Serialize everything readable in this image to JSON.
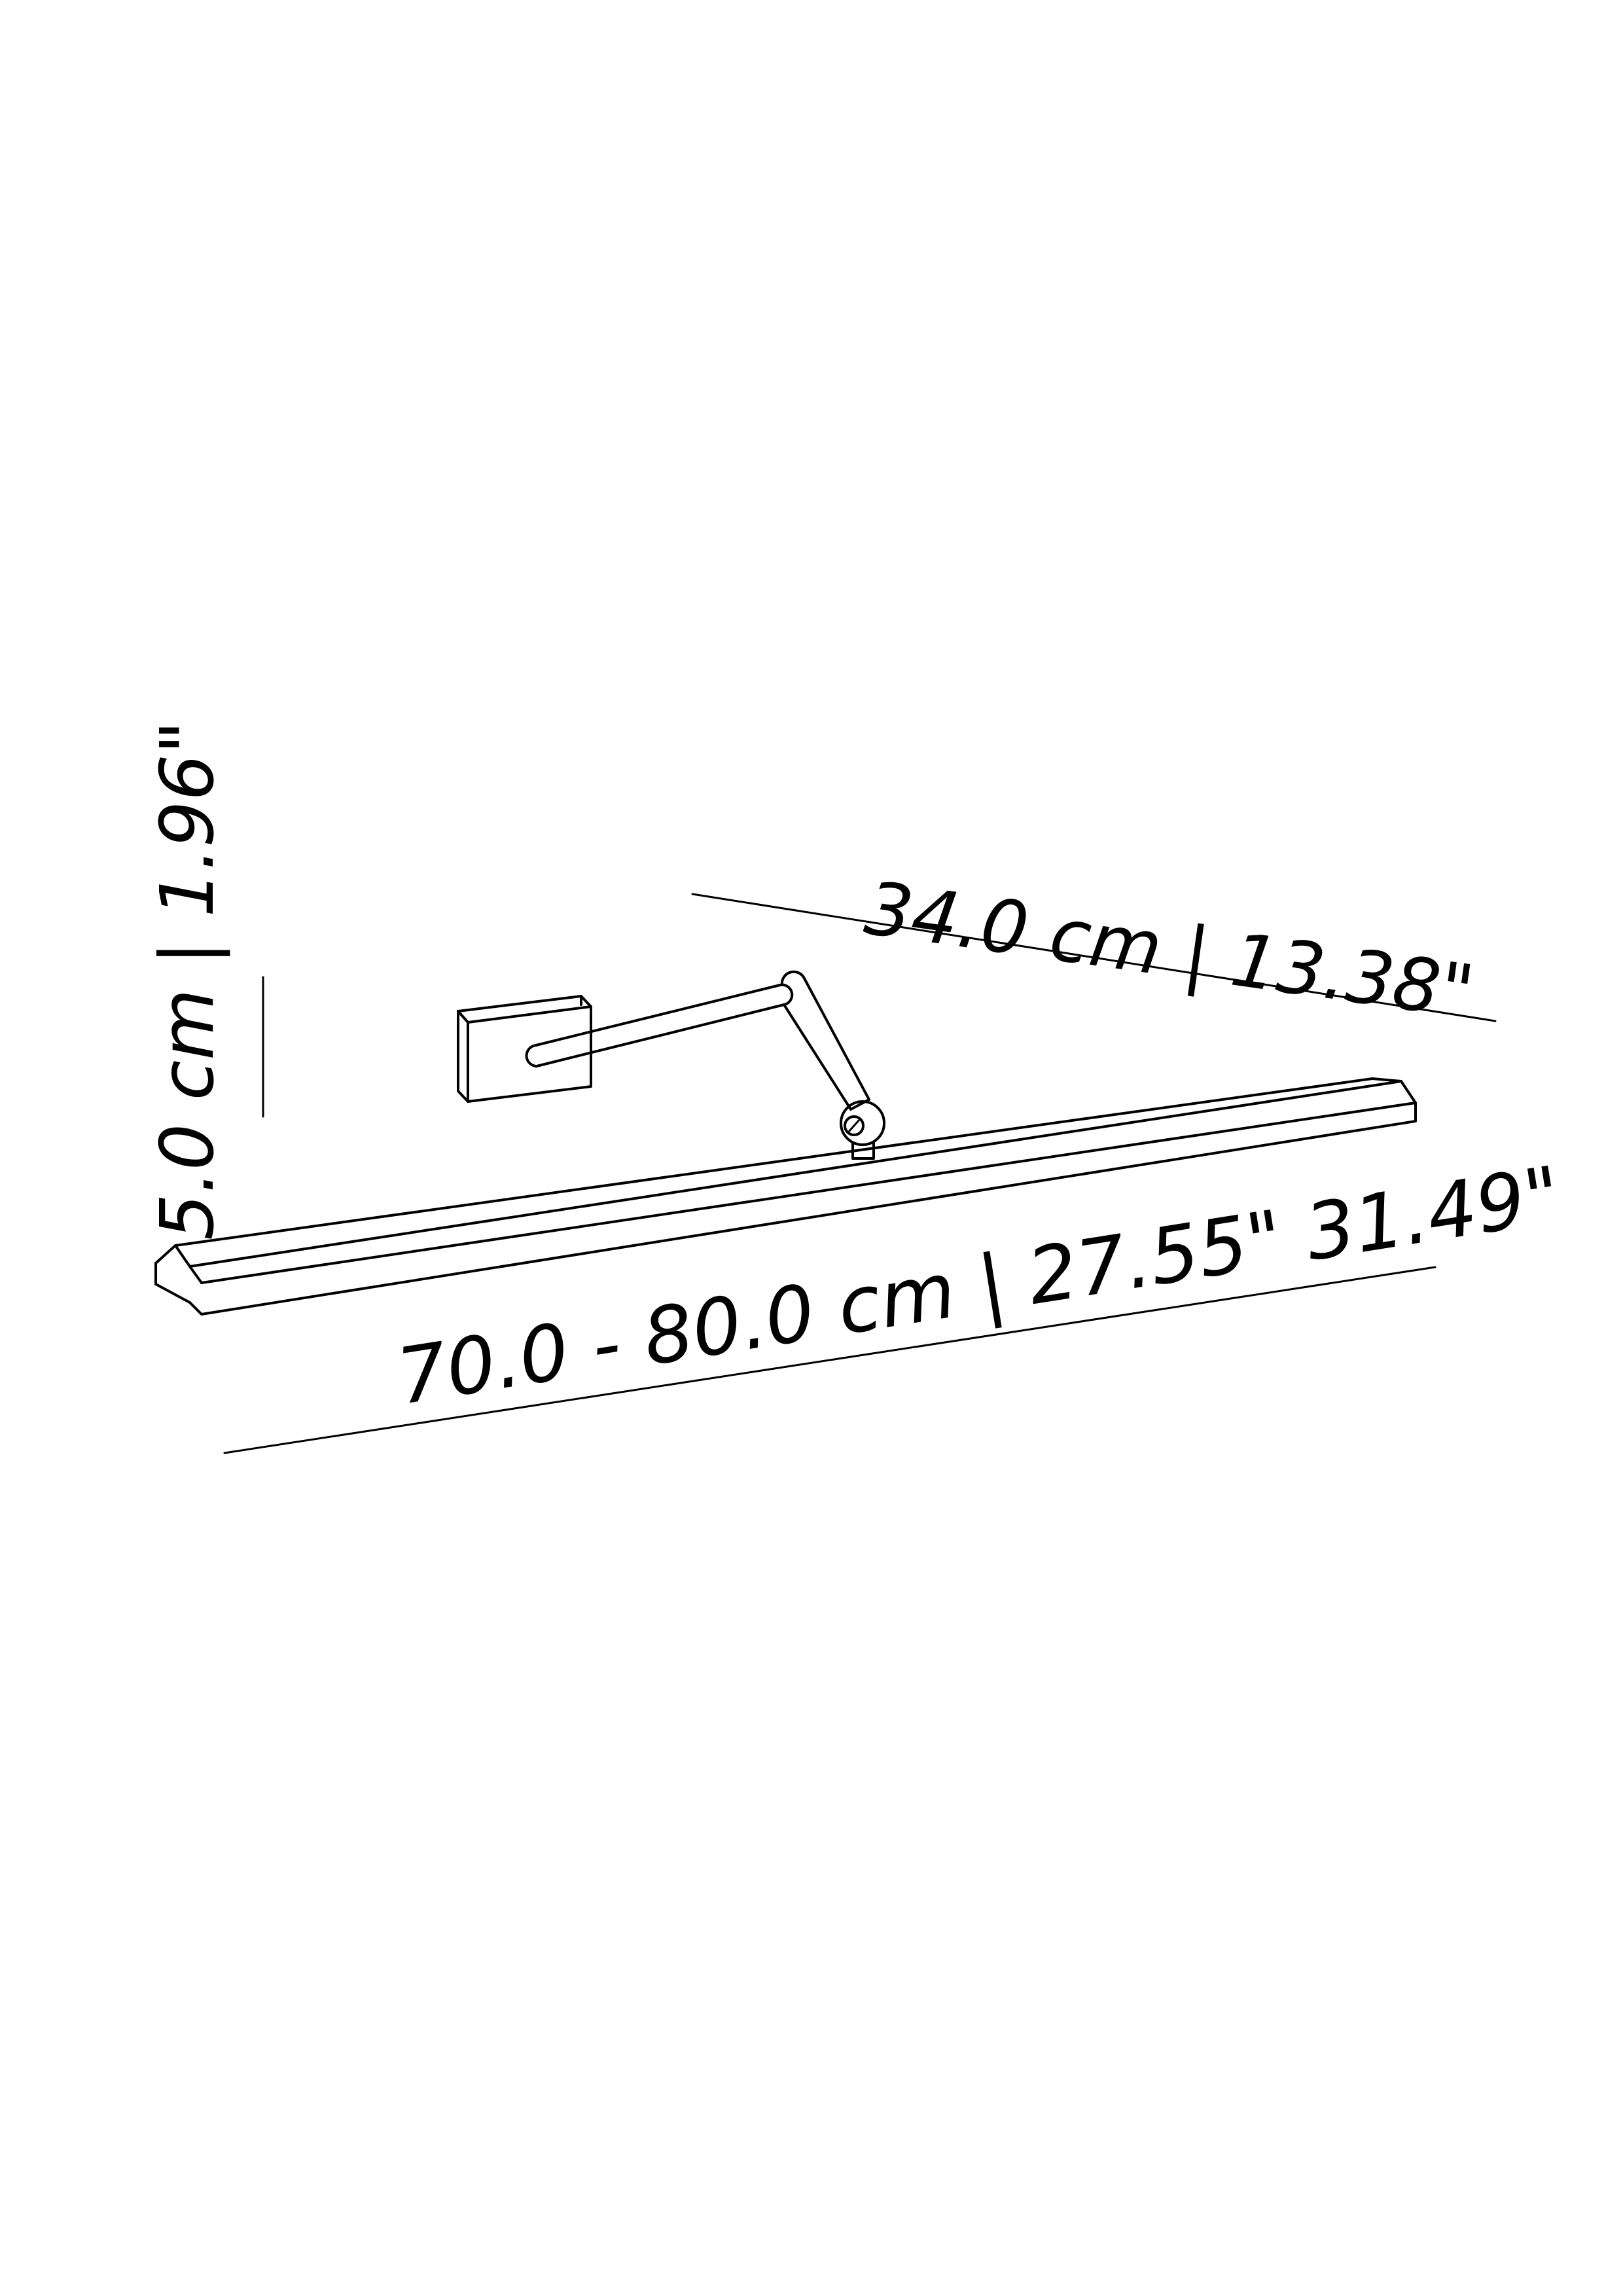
{
  "colors": {
    "background": "#ffffff",
    "ink": "#000000"
  },
  "dimensions": {
    "height_label": "5.0 cm | 1.96\"",
    "arm_label": "34.0 cm | 13.38\"",
    "length_label": "70.0 - 80.0 cm | 27.55\" 31.49\""
  }
}
